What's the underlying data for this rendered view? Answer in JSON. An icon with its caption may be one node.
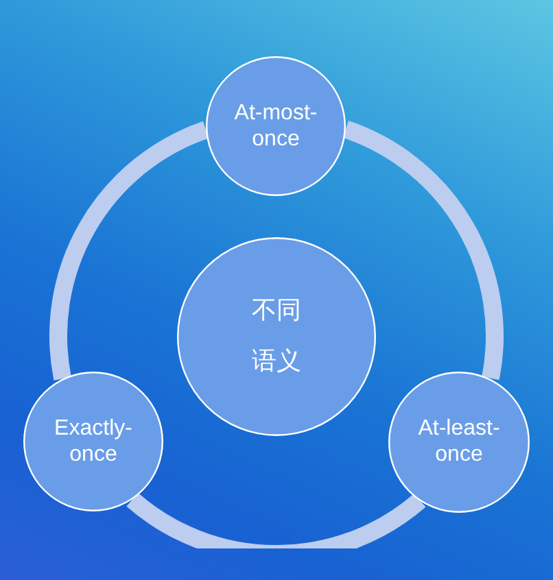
{
  "diagram": {
    "nodes": [
      {
        "text": [
          "At-most-once"
        ]
      },
      {
        "text": [
          "不同语义"
        ]
      },
      {
        "text": [
          "Exactly-once"
        ]
      },
      {
        "text": [
          "At-least-once"
        ]
      }
    ],
    "edges": [
      {
        "from": 0,
        "to": 2,
        "arrow": "none"
      },
      {
        "from": 0,
        "to": 3,
        "arrow": "none"
      },
      {
        "from": 2,
        "to": 3,
        "arrow": "none"
      }
    ]
  }
}
